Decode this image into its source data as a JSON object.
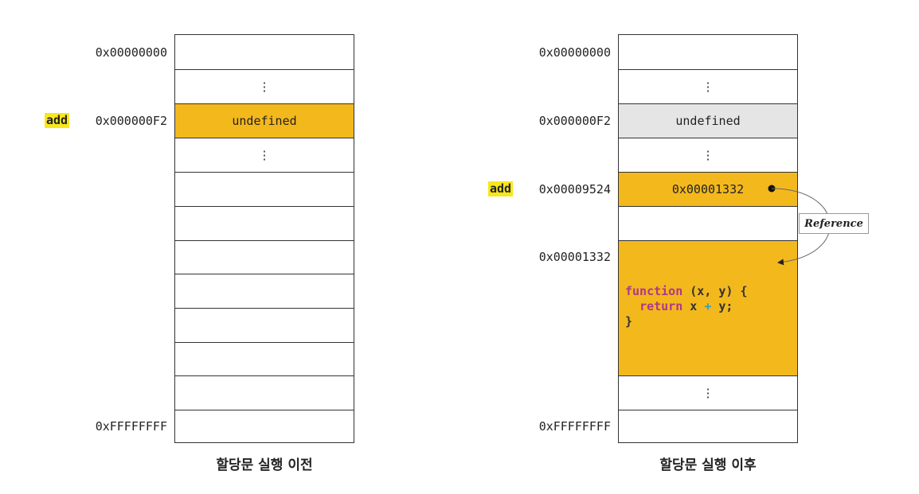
{
  "before": {
    "caption": "할당문 실행 이전",
    "var_name": "add",
    "rows": [
      {
        "addr": "0x00000000",
        "value": ""
      },
      {
        "addr": "",
        "value": "⋮"
      },
      {
        "addr": "0x000000F2",
        "value": "undefined"
      },
      {
        "addr": "",
        "value": "⋮"
      },
      {
        "addr": "",
        "value": ""
      },
      {
        "addr": "",
        "value": ""
      },
      {
        "addr": "",
        "value": ""
      },
      {
        "addr": "",
        "value": ""
      },
      {
        "addr": "",
        "value": ""
      },
      {
        "addr": "",
        "value": ""
      },
      {
        "addr": "",
        "value": ""
      },
      {
        "addr": "0xFFFFFFFF",
        "value": ""
      }
    ]
  },
  "after": {
    "caption": "할당문 실행 이후",
    "var_name": "add",
    "rows": [
      {
        "addr": "0x00000000",
        "value": ""
      },
      {
        "addr": "",
        "value": "⋮"
      },
      {
        "addr": "0x000000F2",
        "value": "undefined"
      },
      {
        "addr": "",
        "value": "⋮"
      },
      {
        "addr": "0x00009524",
        "value": "0x00001332"
      },
      {
        "addr": "",
        "value": ""
      },
      {
        "addr": "0x00001332",
        "value": ""
      },
      {
        "addr": "",
        "value": "⋮"
      },
      {
        "addr": "0xFFFFFFFF",
        "value": ""
      }
    ],
    "code": {
      "line1_kw": "function",
      "line1_rest": " (x, y) {",
      "line2_indent": "  ",
      "line2_kw": "return",
      "line2_a": " x ",
      "line2_op": "+",
      "line2_b": " y;",
      "line3": "}"
    },
    "reference_label": "Reference"
  },
  "colors": {
    "highlight": "#f3b81c",
    "previous_value": "#e6e5e6",
    "variable_tag": "#f8e71c",
    "keyword": "#b0368d",
    "operator": "#2aa3c9"
  }
}
